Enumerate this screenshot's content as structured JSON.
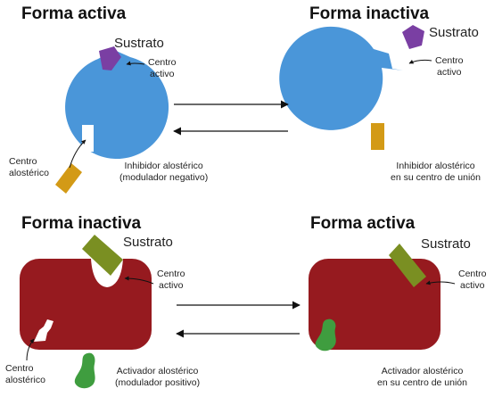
{
  "panels": {
    "top_left": {
      "title": "Forma activa",
      "substrate": "Sustrato",
      "active_site": [
        "Centro",
        "activo"
      ],
      "allosteric_site": [
        "Centro",
        "alostérico"
      ],
      "effector": [
        "Inhibidor alostérico",
        "(modulador negativo)"
      ]
    },
    "top_right": {
      "title": "Forma inactiva",
      "substrate": "Sustrato",
      "active_site": [
        "Centro",
        "activo"
      ],
      "effector": [
        "Inhibidor alostérico",
        "en su centro de unión"
      ]
    },
    "bottom_left": {
      "title": "Forma inactiva",
      "substrate": "Sustrato",
      "active_site": [
        "Centro",
        "activo"
      ],
      "allosteric_site": [
        "Centro",
        "alostérico"
      ],
      "effector": [
        "Activador alostérico",
        "(modulador positivo)"
      ]
    },
    "bottom_right": {
      "title": "Forma activa",
      "substrate": "Sustrato",
      "active_site": [
        "Centro",
        "activo"
      ],
      "effector": [
        "Activador alostérico",
        "en su centro de unión"
      ]
    }
  },
  "colors": {
    "enzyme_blue": "#4a96d9",
    "enzyme_red": "#961a1f",
    "substrate_purple": "#7a3fa3",
    "inhibitor_gold": "#d39a16",
    "substrate_olive": "#7a8f22",
    "activator_green": "#3f9d3f"
  }
}
